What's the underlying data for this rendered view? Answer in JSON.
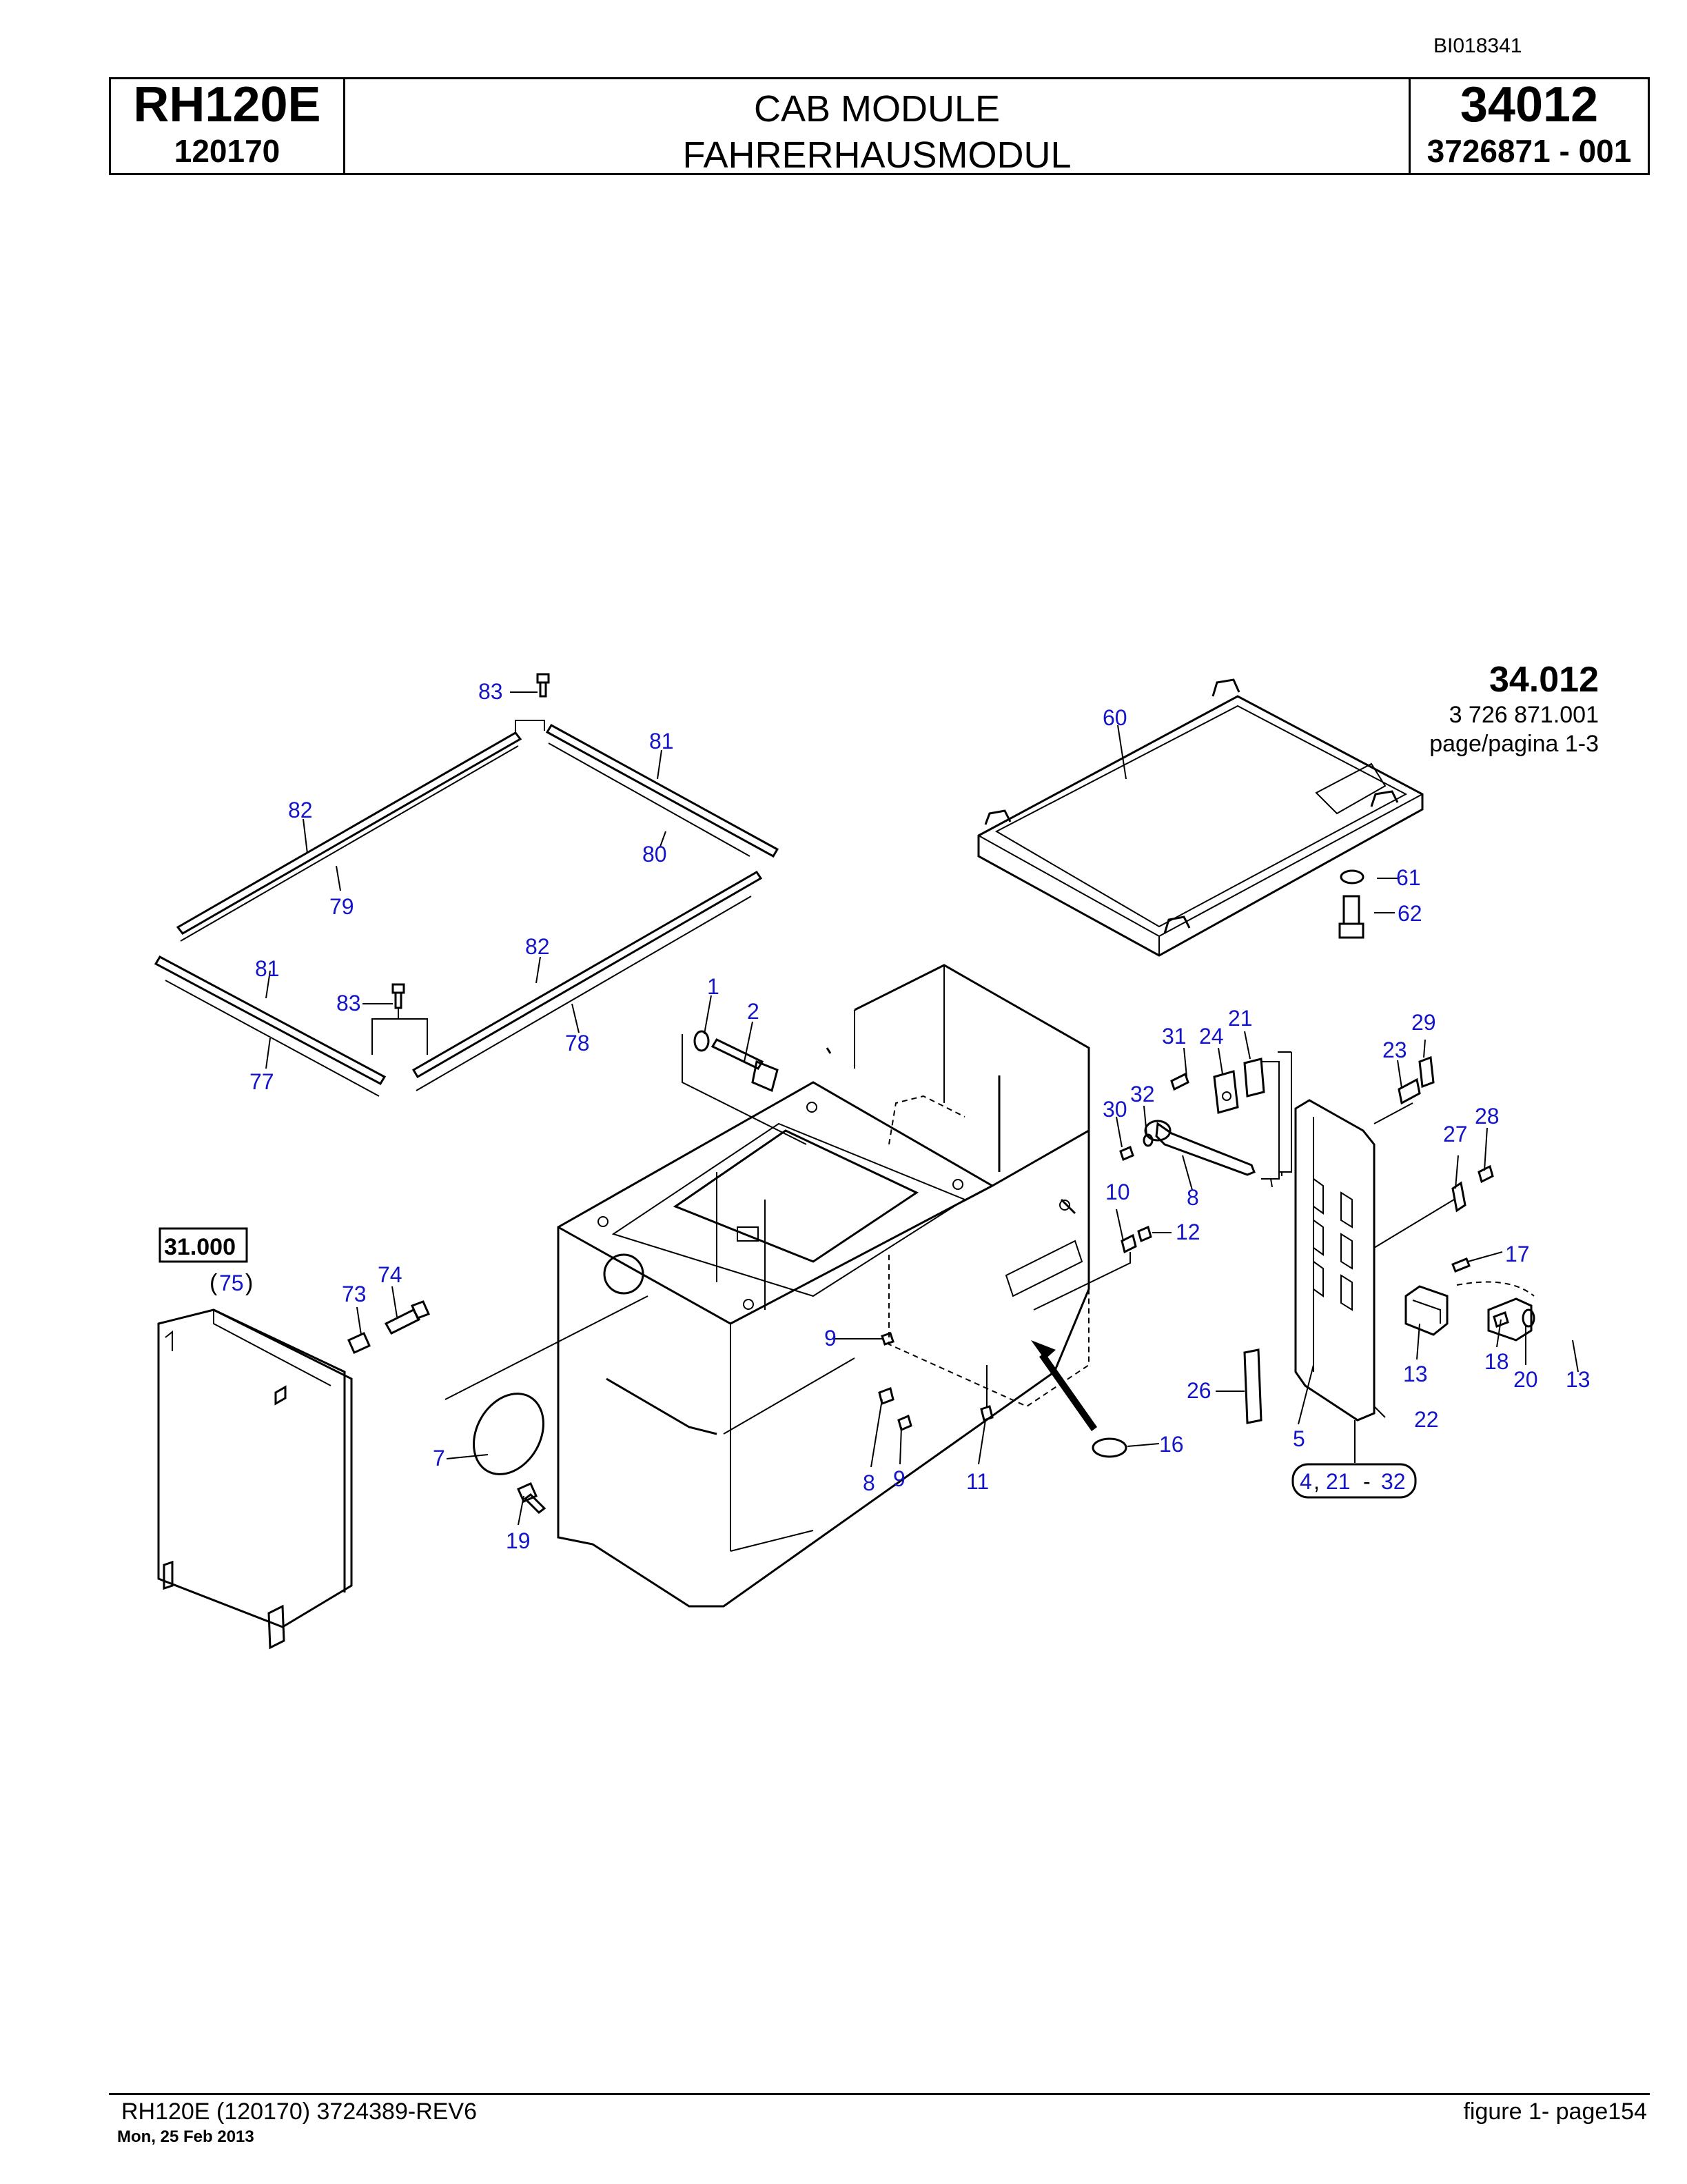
{
  "doc_id": "BI018341",
  "header": {
    "model": "RH120E",
    "serial": "120170",
    "title_en": "CAB MODULE",
    "title_de": "FAHRERHAUSMODUL",
    "group": "34012",
    "part_no": "3726871  - 001"
  },
  "figure_ref": {
    "number": "34.012",
    "code": "3 726 871.001",
    "page": "page/pagina 1-3"
  },
  "ref_box": {
    "text": "31.000",
    "paren_open": "(",
    "item": "75",
    "paren_close": ")"
  },
  "group_ref": {
    "a": "4",
    "sep": ",",
    "b": "21",
    "dash": "-",
    "c": "32"
  },
  "callouts": {
    "c83a": "83",
    "c81a": "81",
    "c82a": "82",
    "c79": "79",
    "c80": "80",
    "c82b": "82",
    "c81b": "81",
    "c83b": "83",
    "c78": "78",
    "c77": "77",
    "c60": "60",
    "c61": "61",
    "c62": "62",
    "c1": "1",
    "c2": "2",
    "c31": "31",
    "c24": "24",
    "c21": "21",
    "c29": "29",
    "c23": "23",
    "c30": "30",
    "c32": "32",
    "c28": "28",
    "c27": "27",
    "c8a": "8",
    "c10": "10",
    "c12": "12",
    "c17": "17",
    "c74": "74",
    "c73": "73",
    "c9a": "9",
    "c7": "7",
    "c19": "19",
    "c8b": "8",
    "c9b": "9",
    "c11": "11",
    "c16": "16",
    "c26": "26",
    "c5": "5",
    "c22": "22",
    "c13a": "13",
    "c18": "18",
    "c20": "20",
    "c13b": "13"
  },
  "footer": {
    "left": "RH120E (120170) 3724389-REV6",
    "date": "Mon, 25 Feb 2013",
    "right": "figure  1- page154"
  }
}
